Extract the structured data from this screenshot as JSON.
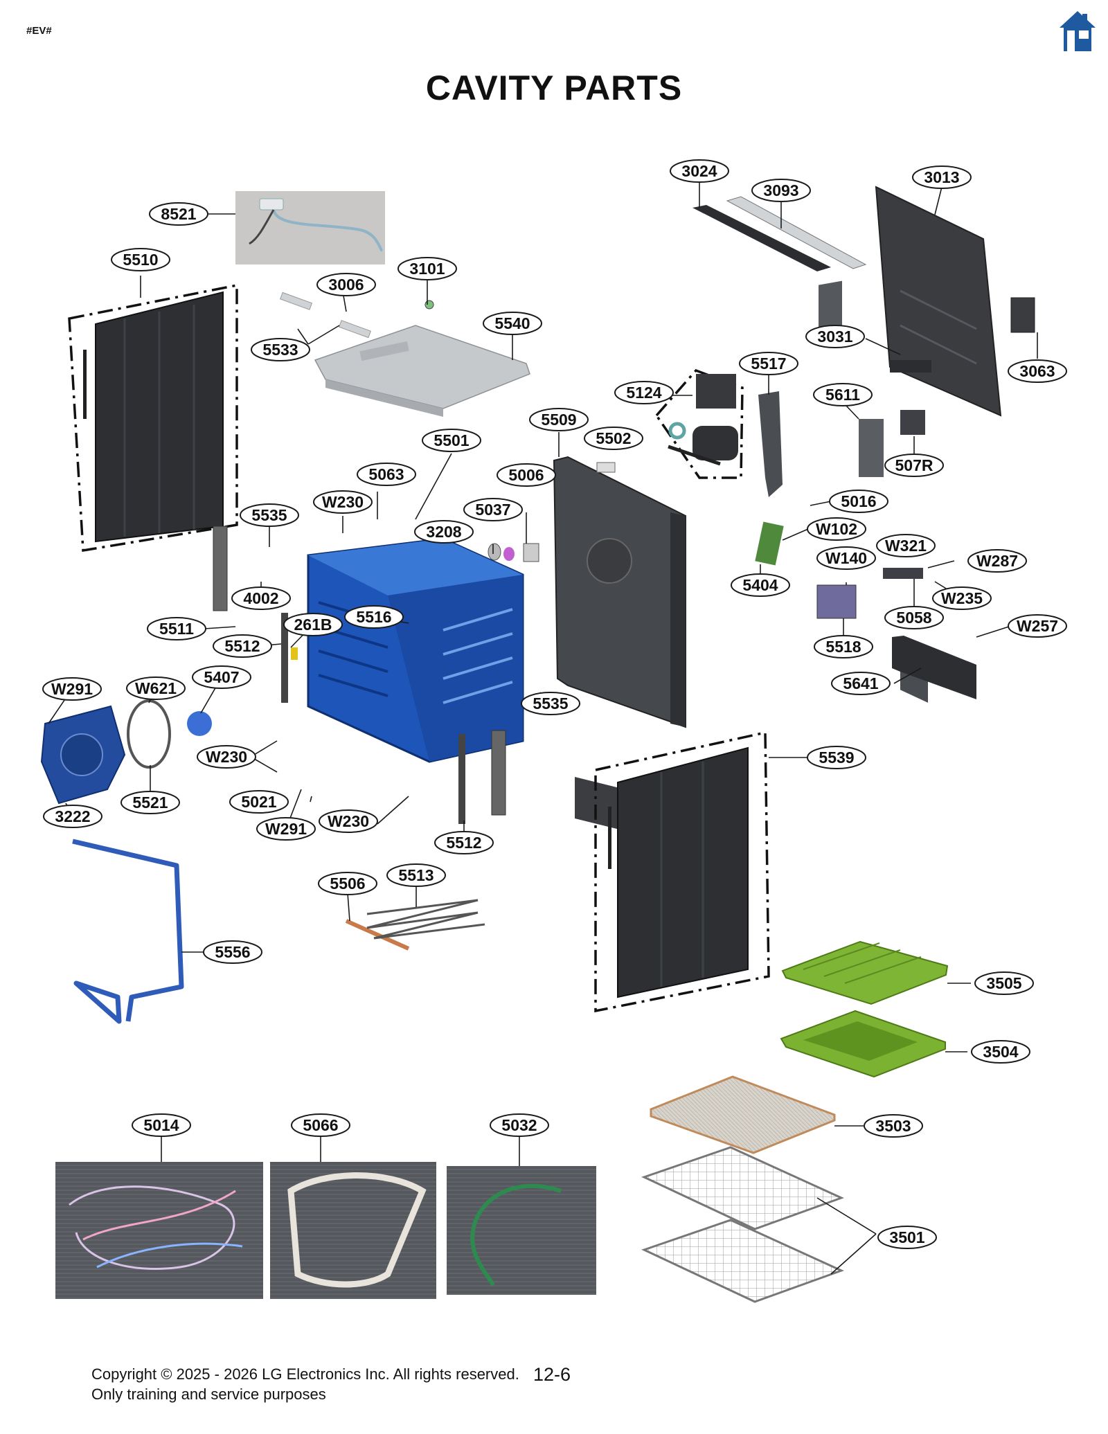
{
  "header": {
    "doc_code": "#EV#",
    "title": "CAVITY PARTS",
    "home_icon": "home-icon"
  },
  "callouts": {
    "c8521": "8521",
    "c5510": "5510",
    "c3006": "3006",
    "c3101": "3101",
    "c5533": "5533",
    "c5540": "5540",
    "c3024": "3024",
    "c3093": "3093",
    "c3013": "3013",
    "c3031": "3031",
    "c3063": "3063",
    "c5517": "5517",
    "c5124": "5124",
    "c5611": "5611",
    "c5509": "5509",
    "c5502": "5502",
    "c5501": "5501",
    "c507R": "507R",
    "c5063": "5063",
    "c5006": "5006",
    "c5016": "5016",
    "cW230a": "W230",
    "c5535a": "5535",
    "c5037": "5037",
    "c3208": "3208",
    "cW102": "W102",
    "cW140": "W140",
    "cW321": "W321",
    "cW287": "W287",
    "c5404": "5404",
    "cW235": "W235",
    "c4002": "4002",
    "c5058": "5058",
    "cW257": "W257",
    "c5511": "5511",
    "c261B": "261B",
    "c5516": "5516",
    "c5512a": "5512",
    "c5518": "5518",
    "c5407": "5407",
    "cW291a": "W291",
    "cW621": "W621",
    "c5641": "5641",
    "c5535b": "5535",
    "cW230b": "W230",
    "c5539": "5539",
    "c5521": "5521",
    "c5021": "5021",
    "c3222": "3222",
    "cW291b": "W291",
    "cW230c": "W230",
    "c5512b": "5512",
    "c5506": "5506",
    "c5513": "5513",
    "c5556": "5556",
    "c3505": "3505",
    "c3504": "3504",
    "c5014": "5014",
    "c5066": "5066",
    "c5032": "5032",
    "c3503": "3503",
    "c3501": "3501"
  },
  "footer": {
    "copyright": "Copyright © 2025 - 2026 LG Electronics Inc. All rights reserved.",
    "notice": "Only training and service purposes",
    "page_number": "12-6"
  }
}
